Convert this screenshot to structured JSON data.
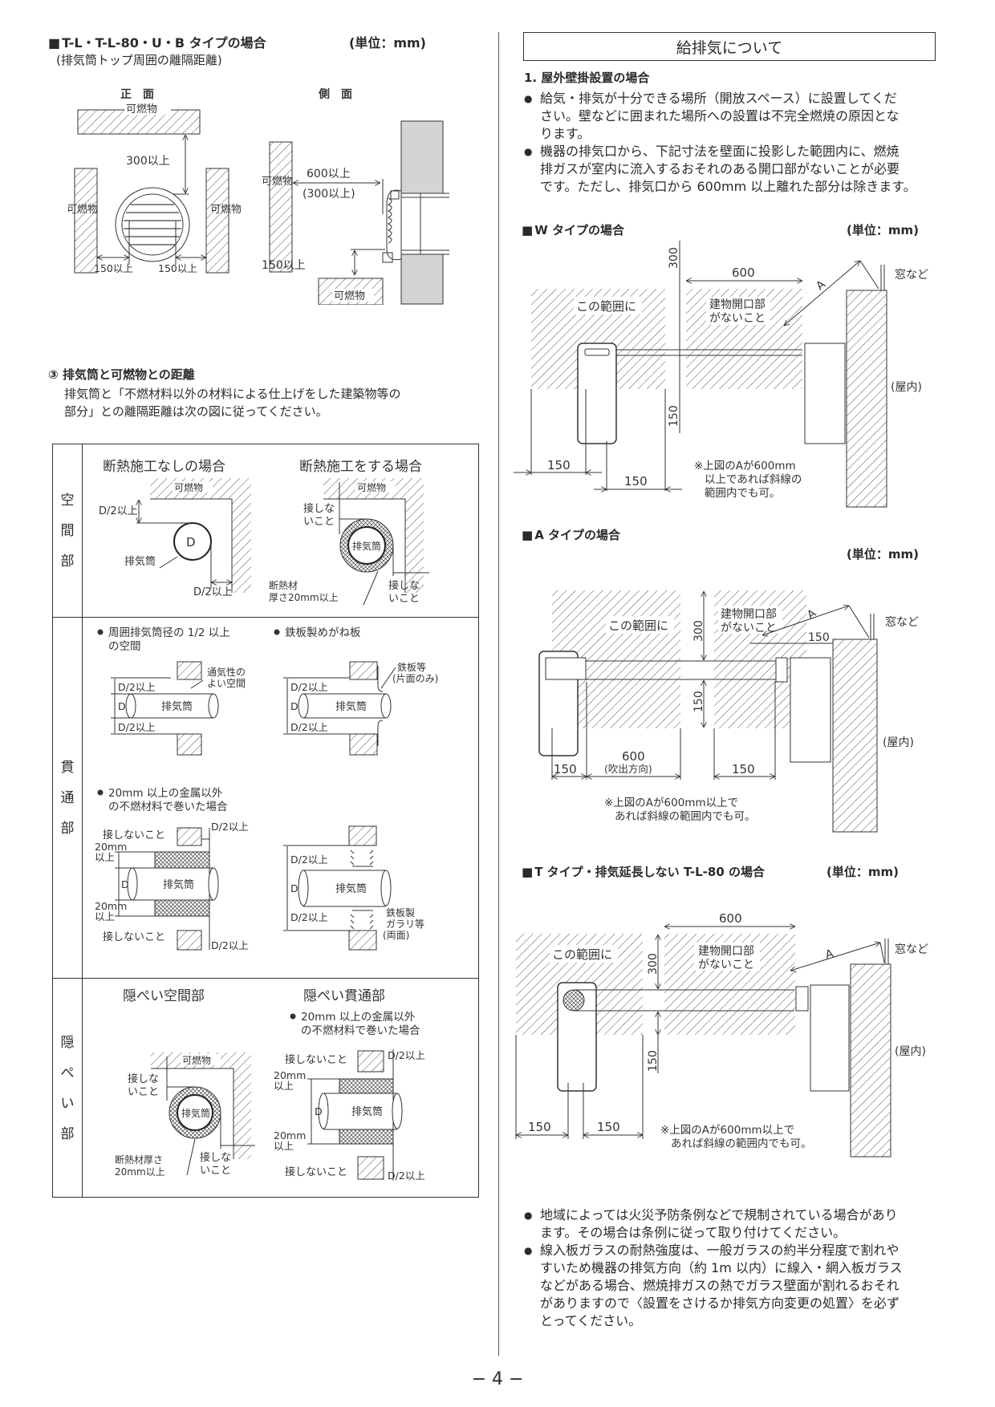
{
  "left": {
    "section1": {
      "heading": "T-L・T-L-80・U・B タイプの場合",
      "unit": "(単位：mm)",
      "subtitle": "(排気筒トップ周囲の離隔距離)",
      "front": {
        "title": "正　面",
        "combustible": "可燃物",
        "dim_top": "300以上",
        "dim_left": "150以上",
        "dim_right": "150以上",
        "side_label_l": "可燃物",
        "side_label_r": "可燃物"
      },
      "side": {
        "title": "側　面",
        "combustible_left": "可燃物",
        "dim_front": "600以上",
        "dim_front_alt": "(300以上)",
        "dim_below": "150以上",
        "combustible_below": "可燃物"
      }
    },
    "section3": {
      "marker": "③",
      "heading": "排気筒と可燃物との距離",
      "body_line1": "排気筒と「不燃材料以外の材料による仕上げをした建築物等の",
      "body_line2": "部分」との離隔距離は次の図に従ってください。"
    },
    "table": {
      "rows": [
        {
          "label": [
            "空",
            "間",
            "部"
          ],
          "left_title": "断熱施工なしの場合",
          "right_title": "断熱施工をする場合",
          "combustible": "可燃物",
          "d_half": "D/2以上",
          "d": "D",
          "pipe": "排気筒",
          "no_contact": "接しないこと",
          "no_contact_l1": "接しな",
          "no_contact_l2": "いこと",
          "insulation_l1": "断熱材",
          "insulation_l2": "厚さ20mm以上"
        },
        {
          "label": [
            "貫",
            "通",
            "部"
          ],
          "cap1_l1": "周囲排気筒径の 1/2 以上",
          "cap1_l2": "の空間",
          "cap2": "鉄板製めがね板",
          "vent_l1": "通気性の",
          "vent_l2": "よい空間",
          "plate_l1": "鉄板等",
          "plate_l2": "(片面のみ)",
          "cap3_l1": "20mm 以上の金属以外",
          "cap3_l2": "の不燃材料で巻いた場合",
          "d_half": "D/2以上",
          "d": "D",
          "pipe": "排気筒",
          "no_contact": "接しないこと",
          "mm20_l1": "20mm",
          "mm20_l2": "以上",
          "louver_l1": "鉄板製",
          "louver_l2": "ガラリ等",
          "louver_l3": "(両面)"
        },
        {
          "label": [
            "隠",
            "ぺ",
            "い",
            "部"
          ],
          "left_title": "隠ぺい空間部",
          "right_title": "隠ぺい貫通部",
          "cap_l1": "20mm 以上の金属以外",
          "cap_l2": "の不燃材料で巻いた場合",
          "combustible": "可燃物",
          "no_contact_l1": "接しな",
          "no_contact_l2": "いこと",
          "no_contact": "接しないこと",
          "pipe": "排気筒",
          "insulation_l1": "断熱材厚さ",
          "insulation_l2": "20mm以上",
          "mm20_l1": "20mm",
          "mm20_l2": "以上",
          "d": "D",
          "d_half": "D/2以上"
        }
      ]
    }
  },
  "right": {
    "title": "給排気について",
    "section_heading": "1.  屋外壁掛設置の場合",
    "bullets_top": [
      [
        "給気・排気が十分できる場所（開放スペース）に設置してくだ",
        "さい。壁などに囲まれた場所への設置は不完全燃焼の原因とな",
        "ります。"
      ],
      [
        "機器の排気口から、下記寸法を壁面に投影した範囲内に、燃焼",
        "排ガスが室内に流入するおそれのある開口部がないことが必要",
        "です。ただし、排気口から 600mm 以上離れた部分は除きます。"
      ]
    ],
    "w_type": {
      "heading": "W タイプの場合",
      "unit": "(単位：mm)",
      "dim_600": "600",
      "dim_300": "300",
      "dim_150_v": "150",
      "dim_150_a": "150",
      "dim_150_b": "150",
      "range_label": "この範囲に",
      "opening_l1": "建物開口部",
      "opening_l2": "がないこと",
      "a_label": "A",
      "window": "窓など",
      "indoor": "(屋内)",
      "note_l1": "※上図のAが600mm",
      "note_l2": "以上であれば斜線の",
      "note_l3": "範囲内でも可。"
    },
    "a_type": {
      "heading": "A タイプの場合",
      "unit": "(単位：mm)",
      "dim_300": "300",
      "dim_150_v": "150",
      "dim_150_r": "150",
      "dim_150_l": "150",
      "dim_600": "600",
      "dim_600_sub": "(吹出方向)",
      "dim_150_m": "150",
      "range_label": "この範囲に",
      "opening_l1": "建物開口部",
      "opening_l2": "がないこと",
      "a_label": "A",
      "window": "窓など",
      "indoor": "(屋内)",
      "note_l1": "※上図のAが600mm以上で",
      "note_l2": "あれば斜線の範囲内でも可。"
    },
    "t_type": {
      "heading": "T タイプ・排気延長しない T-L-80 の場合",
      "unit": "(単位：mm)",
      "dim_600": "600",
      "dim_300": "300",
      "dim_150_v": "150",
      "dim_150_a": "150",
      "dim_150_b": "150",
      "range_label": "この範囲に",
      "opening_l1": "建物開口部",
      "opening_l2": "がないこと",
      "a_label": "A",
      "window": "窓など",
      "indoor": "(屋内)",
      "note_l1": "※上図のAが600mm以上で",
      "note_l2": "あれば斜線の範囲内でも可。"
    },
    "bullets_bottom": [
      [
        "地域によっては火災予防条例などで規制されている場合があり",
        "ます。その場合は条例に従って取り付けてください。"
      ],
      [
        "線入板ガラスの耐熱強度は、一般ガラスの約半分程度で割れや",
        "すいため機器の排気方向（約 1m 以内）に線入・網入板ガラス",
        "などがある場合、燃焼排ガスの熱でガラス壁面が割れるおそれ",
        "がありますので〈設置をさけるか排気方向変更の処置〉を必ず",
        "とってください。"
      ]
    ]
  },
  "footer": {
    "page_number": "− 4 −"
  }
}
